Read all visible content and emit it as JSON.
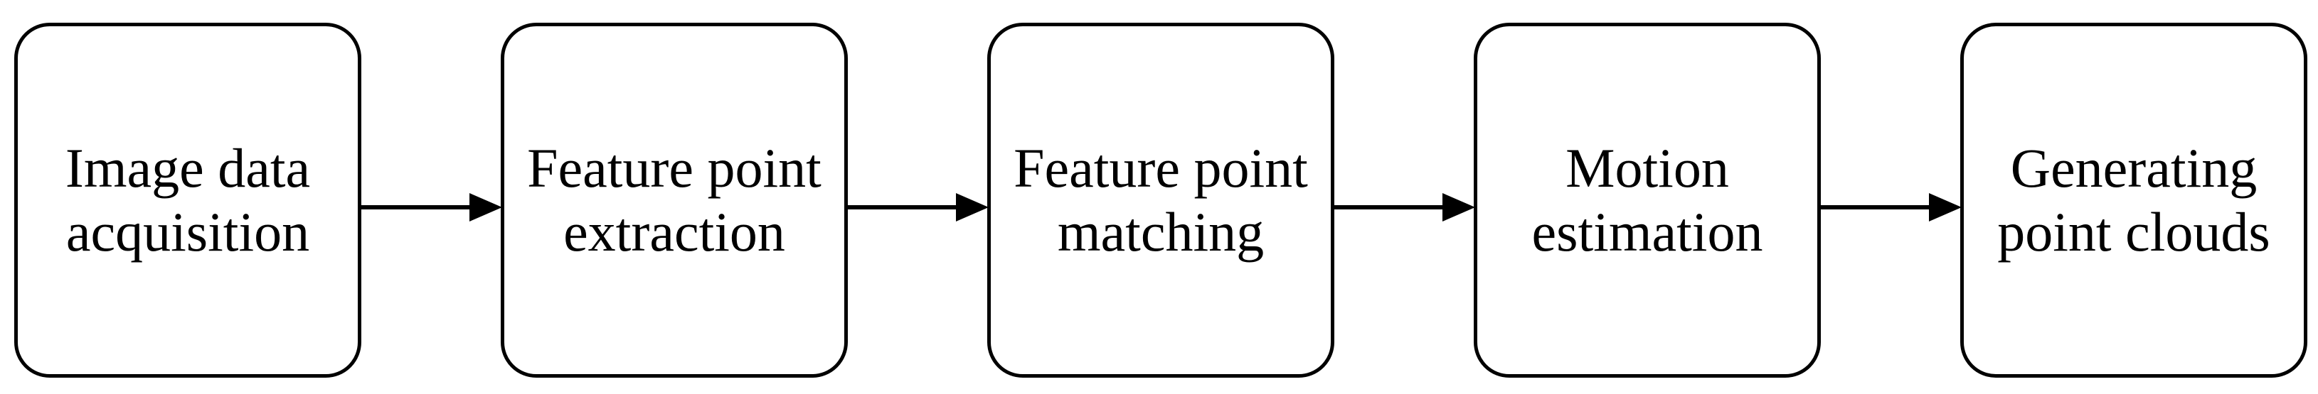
{
  "steps": [
    {
      "label": "Image data acquisition"
    },
    {
      "label": "Feature point extraction"
    },
    {
      "label": "Feature point matching"
    },
    {
      "label": "Motion estimation"
    },
    {
      "label": "Generating point clouds"
    }
  ],
  "colors": {
    "stroke": "#000000",
    "fill": "#ffffff",
    "text": "#000000"
  }
}
